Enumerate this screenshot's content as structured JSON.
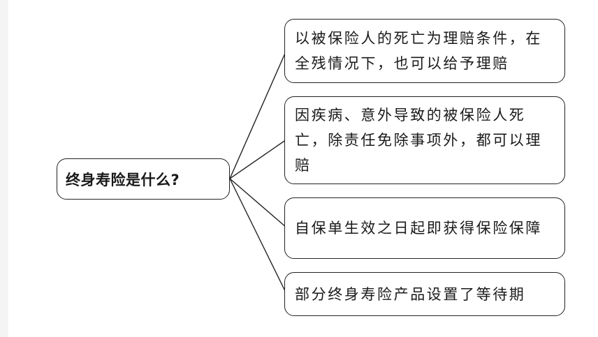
{
  "diagram": {
    "root": {
      "label": "终身寿险是什么?"
    },
    "branches": [
      {
        "label": "以被保险人的死亡为理赔条件，在全残情况下，也可以给予理赔"
      },
      {
        "label": "因疾病、意外导致的被保险人死亡，除责任免除事项外，都可以理赔"
      },
      {
        "label": "自保单生效之日起即获得保险保障"
      },
      {
        "label": "部分终身寿险产品设置了等待期"
      }
    ],
    "colors": {
      "stroke": "#222222",
      "text": "#1a1a1a",
      "background": "#ffffff",
      "margin": "#f4f4f4"
    }
  }
}
